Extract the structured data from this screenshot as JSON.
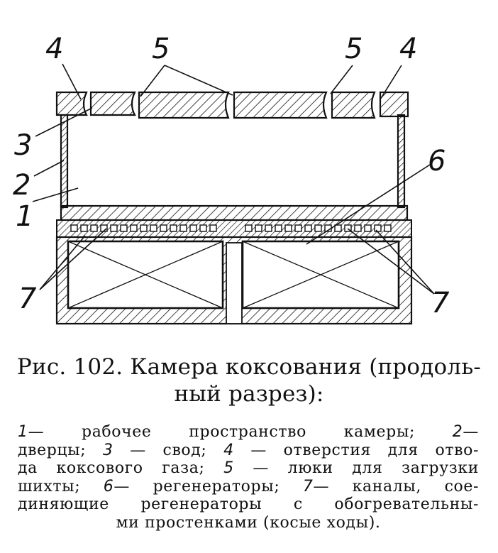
{
  "labels": {
    "top_4_left": "4",
    "top_5_left": "5",
    "top_5_right": "5",
    "top_4_right": "4",
    "label_3": "3",
    "label_2": "2",
    "label_1": "1",
    "label_6": "6",
    "label_7_left": "7",
    "label_7_right": "7"
  },
  "caption": {
    "line1": "Рис. 102. Камера коксования (продоль-",
    "line2": "ный  разрез):"
  },
  "legend": {
    "rows": [
      [
        {
          "n": "1",
          "t": "— рабочее пространство   камеры;  "
        },
        {
          "n": "2",
          "t": "—"
        }
      ],
      [
        {
          "n": "",
          "t": "дверцы; "
        },
        {
          "n": "3",
          "t": " — свод; "
        },
        {
          "n": "4",
          "t": " — отверстия для отво-"
        }
      ],
      [
        {
          "n": "",
          "t": "да коксового газа; "
        },
        {
          "n": "5",
          "t": " — люки для загрузки"
        }
      ],
      [
        {
          "n": "",
          "t": "шихты; "
        },
        {
          "n": "6",
          "t": "— регенераторы; "
        },
        {
          "n": "7",
          "t": "— каналы, сое-"
        }
      ],
      [
        {
          "n": "",
          "t": "диняющие регенераторы с обогревательны-"
        }
      ],
      [
        {
          "n": "",
          "t": "ми простенками (косые ходы)."
        }
      ]
    ]
  }
}
